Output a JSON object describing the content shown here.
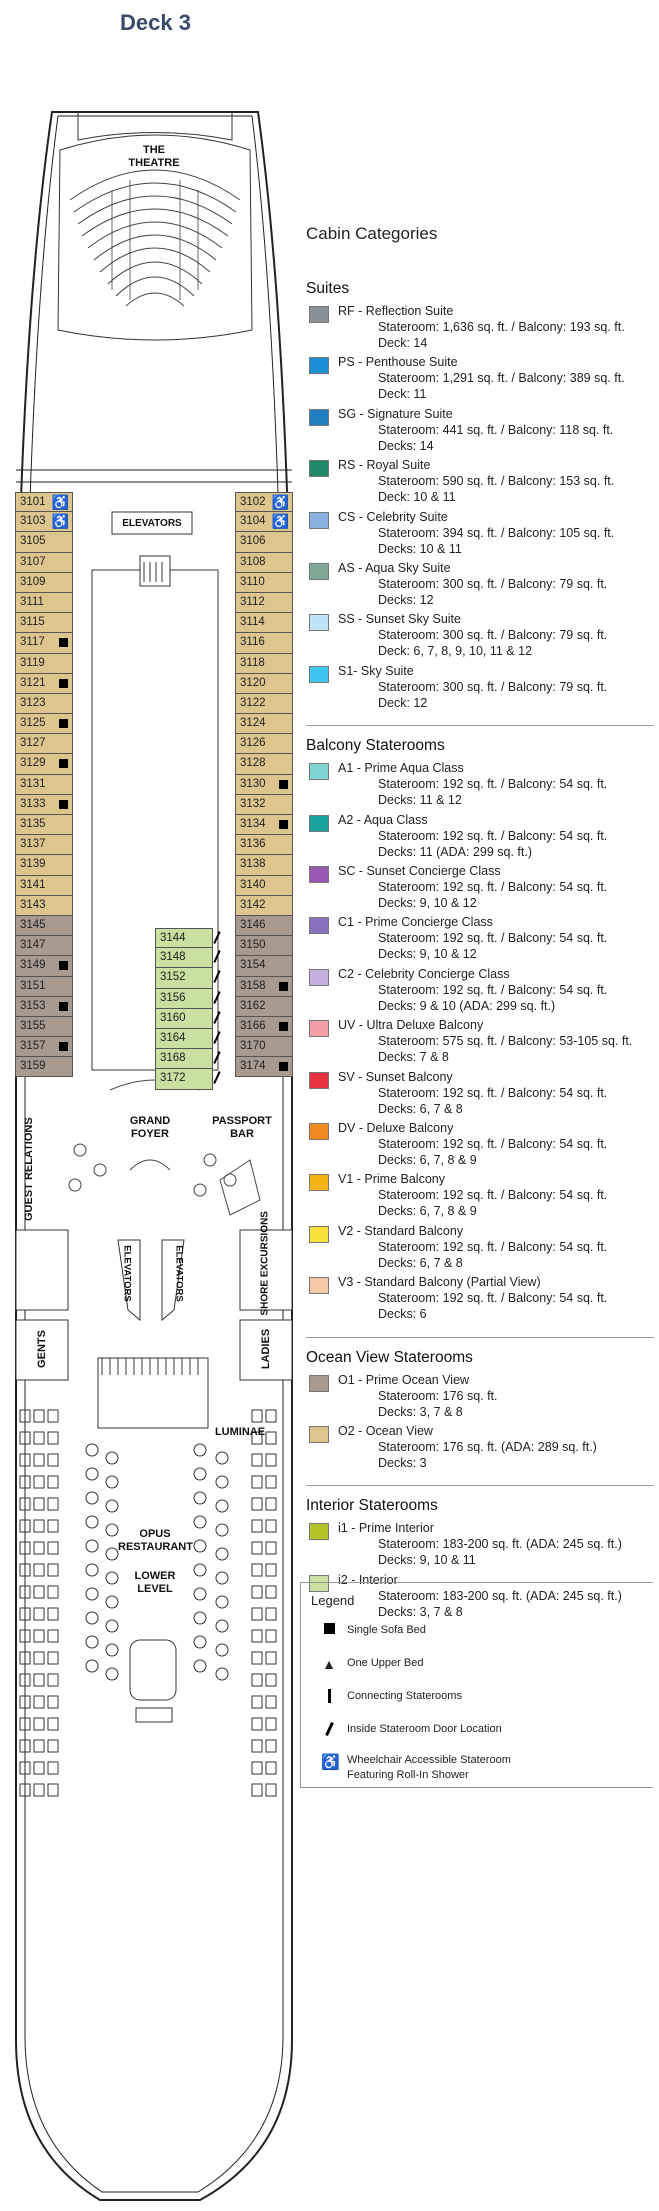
{
  "deck_title": "Deck 3",
  "venues": {
    "theatre": "THE THEATRE",
    "elevators_fwd": "ELEVATORS",
    "grand_foyer": "GRAND FOYER",
    "passport_bar": "PASSPORT BAR",
    "guest_relations": "GUEST RELATIONS",
    "elevators_mid_1": "ELEVATORS",
    "elevators_mid_2": "ELEVATORS",
    "shore_excursions": "SHORE EXCURSIONS",
    "gents": "GENTS",
    "ladies": "LADIES",
    "luminae": "LUMINAE",
    "opus": "OPUS RESTAURANT",
    "lower_level": "LOWER LEVEL"
  },
  "cabins_left": [
    {
      "no": "3101",
      "type": "o2",
      "mark": "wheelchair"
    },
    {
      "no": "3103",
      "type": "o2",
      "mark": "wheelchair"
    },
    {
      "no": "3105",
      "type": "o2",
      "mark": ""
    },
    {
      "no": "3107",
      "type": "o2",
      "mark": ""
    },
    {
      "no": "3109",
      "type": "o2",
      "mark": ""
    },
    {
      "no": "3111",
      "type": "o2",
      "mark": ""
    },
    {
      "no": "3115",
      "type": "o2",
      "mark": ""
    },
    {
      "no": "3117",
      "type": "o2",
      "mark": "sofa"
    },
    {
      "no": "3119",
      "type": "o2",
      "mark": ""
    },
    {
      "no": "3121",
      "type": "o2",
      "mark": "sofa"
    },
    {
      "no": "3123",
      "type": "o2",
      "mark": ""
    },
    {
      "no": "3125",
      "type": "o2",
      "mark": "sofa"
    },
    {
      "no": "3127",
      "type": "o2",
      "mark": ""
    },
    {
      "no": "3129",
      "type": "o2",
      "mark": "sofa"
    },
    {
      "no": "3131",
      "type": "o2",
      "mark": ""
    },
    {
      "no": "3133",
      "type": "o2",
      "mark": "sofa"
    },
    {
      "no": "3135",
      "type": "o2",
      "mark": ""
    },
    {
      "no": "3137",
      "type": "o2",
      "mark": ""
    },
    {
      "no": "3139",
      "type": "o2",
      "mark": ""
    },
    {
      "no": "3141",
      "type": "o2",
      "mark": ""
    },
    {
      "no": "3143",
      "type": "o2",
      "mark": ""
    },
    {
      "no": "3145",
      "type": "o1",
      "mark": ""
    },
    {
      "no": "3147",
      "type": "o1",
      "mark": ""
    },
    {
      "no": "3149",
      "type": "o1",
      "mark": "sofa"
    },
    {
      "no": "3151",
      "type": "o1",
      "mark": ""
    },
    {
      "no": "3153",
      "type": "o1",
      "mark": "sofa"
    },
    {
      "no": "3155",
      "type": "o1",
      "mark": ""
    },
    {
      "no": "3157",
      "type": "o1",
      "mark": "sofa"
    },
    {
      "no": "3159",
      "type": "o1",
      "mark": ""
    }
  ],
  "cabins_right": [
    {
      "no": "3102",
      "type": "o2",
      "mark": "wheelchair"
    },
    {
      "no": "3104",
      "type": "o2",
      "mark": "wheelchair"
    },
    {
      "no": "3106",
      "type": "o2",
      "mark": ""
    },
    {
      "no": "3108",
      "type": "o2",
      "mark": ""
    },
    {
      "no": "3110",
      "type": "o2",
      "mark": ""
    },
    {
      "no": "3112",
      "type": "o2",
      "mark": ""
    },
    {
      "no": "3114",
      "type": "o2",
      "mark": ""
    },
    {
      "no": "3116",
      "type": "o2",
      "mark": ""
    },
    {
      "no": "3118",
      "type": "o2",
      "mark": ""
    },
    {
      "no": "3120",
      "type": "o2",
      "mark": ""
    },
    {
      "no": "3122",
      "type": "o2",
      "mark": ""
    },
    {
      "no": "3124",
      "type": "o2",
      "mark": ""
    },
    {
      "no": "3126",
      "type": "o2",
      "mark": ""
    },
    {
      "no": "3128",
      "type": "o2",
      "mark": ""
    },
    {
      "no": "3130",
      "type": "o2",
      "mark": "sofa"
    },
    {
      "no": "3132",
      "type": "o2",
      "mark": ""
    },
    {
      "no": "3134",
      "type": "o2",
      "mark": "sofa"
    },
    {
      "no": "3136",
      "type": "o2",
      "mark": ""
    },
    {
      "no": "3138",
      "type": "o2",
      "mark": ""
    },
    {
      "no": "3140",
      "type": "o2",
      "mark": ""
    },
    {
      "no": "3142",
      "type": "o2",
      "mark": ""
    },
    {
      "no": "3146",
      "type": "o1",
      "mark": ""
    },
    {
      "no": "3150",
      "type": "o1",
      "mark": ""
    },
    {
      "no": "3154",
      "type": "o1",
      "mark": ""
    },
    {
      "no": "3158",
      "type": "o1",
      "mark": "sofa"
    },
    {
      "no": "3162",
      "type": "o1",
      "mark": ""
    },
    {
      "no": "3166",
      "type": "o1",
      "mark": "sofa"
    },
    {
      "no": "3170",
      "type": "o1",
      "mark": ""
    },
    {
      "no": "3174",
      "type": "o1",
      "mark": "sofa"
    }
  ],
  "cabins_inside": [
    {
      "no": "3144",
      "type": "i2",
      "mark": "door"
    },
    {
      "no": "3148",
      "type": "i2",
      "mark": "door"
    },
    {
      "no": "3152",
      "type": "i2",
      "mark": "door"
    },
    {
      "no": "3156",
      "type": "i2",
      "mark": "door"
    },
    {
      "no": "3160",
      "type": "i2",
      "mark": "door"
    },
    {
      "no": "3164",
      "type": "i2",
      "mark": "door"
    },
    {
      "no": "3168",
      "type": "i2",
      "mark": "door"
    },
    {
      "no": "3172",
      "type": "i2",
      "mark": "door"
    }
  ],
  "legend_title": "Cabin Categories",
  "sections": [
    {
      "title": "Suites",
      "items": [
        {
          "code": "RF - Reflection Suite",
          "l1": "Stateroom: 1,636 sq. ft. / Balcony: 193 sq. ft.",
          "l2": "Deck: 14",
          "color": "#8a9196"
        },
        {
          "code": "PS - Penthouse Suite",
          "l1": "Stateroom: 1,291 sq. ft. / Balcony: 389 sq. ft.",
          "l2": "Deck: 11",
          "color": "#1a8fd6"
        },
        {
          "code": "SG - Signature Suite",
          "l1": "Stateroom: 441 sq. ft. / Balcony: 118 sq. ft.",
          "l2": "Decks: 14",
          "color": "#1f7fbf"
        },
        {
          "code": "RS - Royal Suite",
          "l1": "Stateroom: 590 sq. ft. / Balcony: 153 sq. ft.",
          "l2": "Deck: 10 & 11",
          "color": "#1e8a6a"
        },
        {
          "code": "CS - Celebrity Suite",
          "l1": "Stateroom: 394 sq. ft. / Balcony: 105 sq. ft.",
          "l2": "Decks: 10 & 11",
          "color": "#8ab0e0"
        },
        {
          "code": "AS - Aqua Sky Suite",
          "l1": "Stateroom: 300 sq. ft. / Balcony: 79 sq. ft.",
          "l2": "Decks: 12",
          "color": "#7fa896"
        },
        {
          "code": "SS - Sunset Sky Suite",
          "l1": "Stateroom: 300 sq. ft. / Balcony: 79 sq. ft.",
          "l2": "Deck: 6, 7, 8, 9, 10, 11 & 12",
          "color": "#bfe4f5"
        },
        {
          "code": "S1- Sky Suite",
          "l1": "Stateroom: 300 sq. ft. / Balcony: 79 sq. ft.",
          "l2": "Deck: 12",
          "color": "#3fc6f0"
        }
      ]
    },
    {
      "title": "Balcony Staterooms",
      "items": [
        {
          "code": "A1 - Prime Aqua Class",
          "l1": "Stateroom: 192 sq. ft. / Balcony: 54 sq. ft.",
          "l2": "Decks: 11 & 12",
          "color": "#7fd6d0"
        },
        {
          "code": "A2 - Aqua Class",
          "l1": "Stateroom: 192 sq. ft. / Balcony: 54 sq. ft.",
          "l2": "Decks: 11   (ADA: 299 sq. ft.)",
          "color": "#17a3a0"
        },
        {
          "code": "SC - Sunset Concierge Class",
          "l1": "Stateroom: 192 sq. ft. / Balcony: 54 sq. ft.",
          "l2": "Decks: 9, 10 & 12",
          "color": "#9b58b0"
        },
        {
          "code": "C1 - Prime Concierge Class",
          "l1": "Stateroom: 192 sq. ft. / Balcony: 54 sq. ft.",
          "l2": "Decks: 9, 10 & 12",
          "color": "#8a72c0"
        },
        {
          "code": "C2 - Celebrity Concierge Class",
          "l1": "Stateroom: 192 sq. ft. / Balcony: 54 sq. ft.",
          "l2": "Decks: 9 & 10   (ADA: 299 sq. ft.)",
          "color": "#c6b0e0"
        },
        {
          "code": "UV - Ultra Deluxe Balcony",
          "l1": "Stateroom: 575 sq. ft. / Balcony: 53-105 sq. ft.",
          "l2": "Decks: 7 & 8",
          "color": "#f4a0a8"
        },
        {
          "code": "SV - Sunset Balcony",
          "l1": "Stateroom: 192 sq. ft. / Balcony: 54 sq. ft.",
          "l2": "Decks: 6, 7 & 8",
          "color": "#e8323f"
        },
        {
          "code": "DV - Deluxe Balcony",
          "l1": "Stateroom: 192 sq. ft. / Balcony: 54 sq. ft.",
          "l2": "Decks: 6, 7, 8 & 9",
          "color": "#f08a20"
        },
        {
          "code": "V1 - Prime Balcony",
          "l1": "Stateroom: 192 sq. ft. / Balcony: 54 sq. ft.",
          "l2": "Decks: 6, 7, 8 & 9",
          "color": "#f2b512"
        },
        {
          "code": "V2 - Standard Balcony",
          "l1": "Stateroom: 192 sq. ft. / Balcony: 54 sq. ft.",
          "l2": "Decks: 6, 7 & 8",
          "color": "#f7e23a"
        },
        {
          "code": "V3 - Standard Balcony (Partial View)",
          "l1": "Stateroom: 192 sq. ft. / Balcony: 54 sq. ft.",
          "l2": "Decks: 6",
          "color": "#f7c8a8"
        }
      ]
    },
    {
      "title": "Ocean View Staterooms",
      "items": [
        {
          "code": "O1 - Prime Ocean View",
          "l1": "Stateroom: 176 sq. ft.",
          "l2": "Decks: 3, 7 & 8",
          "color": "#a89a8f"
        },
        {
          "code": "O2 - Ocean View",
          "l1": "Stateroom: 176 sq. ft. (ADA: 289 sq. ft.)",
          "l2": "Decks: 3",
          "color": "#dcc68e"
        }
      ]
    },
    {
      "title": "Interior Staterooms",
      "items": [
        {
          "code": "i1 - Prime Interior",
          "l1": "Stateroom: 183-200 sq. ft. (ADA: 245 sq. ft.)",
          "l2": "Decks: 9, 10 & 11",
          "color": "#b5c428"
        },
        {
          "code": "i2 - Interior",
          "l1": "Stateroom: 183-200 sq. ft. (ADA: 245 sq. ft.)",
          "l2": "Decks: 3, 7 & 8",
          "color": "#c8e1a0"
        }
      ]
    }
  ],
  "legend": {
    "title": "Legend",
    "items": [
      {
        "icon": "sofa-bed-icon",
        "label": "Single Sofa Bed"
      },
      {
        "icon": "upper-bed-icon",
        "label": "One Upper Bed"
      },
      {
        "icon": "connecting-icon",
        "label": "Connecting Staterooms"
      },
      {
        "icon": "door-location-icon",
        "label": "Inside Stateroom Door Location"
      },
      {
        "icon": "wheelchair-icon",
        "label": "Wheelchair Accessible Stateroom"
      },
      {
        "icon": "",
        "label": "Featuring Roll-In Shower"
      }
    ]
  }
}
